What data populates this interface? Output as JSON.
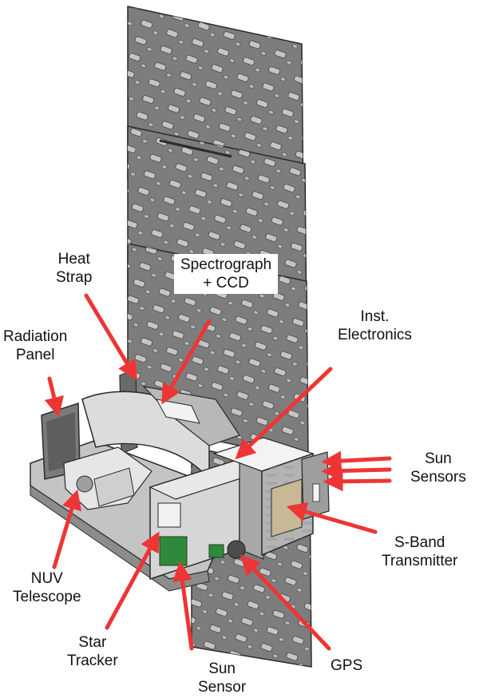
{
  "labels": {
    "heat_strap": {
      "line1": "Heat",
      "line2": "Strap"
    },
    "spectrograph": {
      "line1": "Spectrograph",
      "line2": "+ CCD"
    },
    "radiation_panel": {
      "line1": "Radiation",
      "line2": "Panel"
    },
    "inst_electronics": {
      "line1": "Inst.",
      "line2": "Electronics"
    },
    "sun_sensors": {
      "line1": "Sun",
      "line2": "Sensors"
    },
    "sband": {
      "line1": "S-Band",
      "line2": "Transmitter"
    },
    "nuv_telescope": {
      "line1": "NUV",
      "line2": "Telescope"
    },
    "star_tracker": {
      "line1": "Star",
      "line2": "Tracker"
    },
    "sun_sensor": {
      "line1": "Sun",
      "line2": "Sensor"
    },
    "gps": {
      "line1": "GPS"
    }
  },
  "colors": {
    "arrow": "#ee3535",
    "panel": "#7d7d7d",
    "panel_dark": "#4f4f4f",
    "hole": "#c9c9c9",
    "body": "#c4c4c4",
    "body_light": "#e4e4e4",
    "board": "#2e8a3a",
    "transmitter": "#c9b896"
  }
}
